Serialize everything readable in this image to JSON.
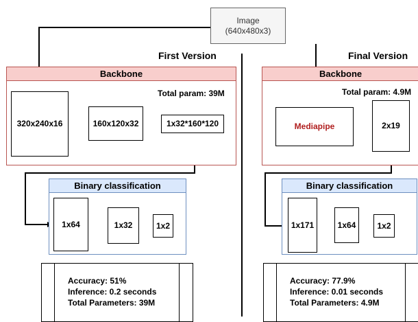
{
  "image_node": {
    "label": "Image\n(640x480x3)"
  },
  "first": {
    "title": "First Version",
    "backbone": {
      "header": "Backbone",
      "total_param": "Total param: 39M",
      "layers": [
        "320x240x16",
        "160x120x32",
        "1x32*160*120"
      ]
    },
    "classifier": {
      "header": "Binary classification",
      "layers": [
        "1x64",
        "1x32",
        "1x2"
      ]
    },
    "results": {
      "accuracy": "Accuracy: 51%",
      "inference": "Inference: 0.2 seconds",
      "params": "Total Parameters: 39M"
    }
  },
  "final": {
    "title": "Final Version",
    "backbone": {
      "header": "Backbone",
      "total_param": "Total param: 4.9M",
      "layers": [
        "Mediapipe",
        "2x19"
      ]
    },
    "classifier": {
      "header": "Binary classification",
      "layers": [
        "1x171",
        "1x64",
        "1x2"
      ]
    },
    "results": {
      "accuracy": "Accuracy: 77.9%",
      "inference": "Inference: 0.01 seconds",
      "params": "Total Parameters: 4.9M"
    }
  },
  "colors": {
    "backbone_header": "#f8cecc",
    "backbone_border": "#b85450",
    "classifier_header": "#dae8fc",
    "classifier_border": "#6c8ebf",
    "mediapipe_text": "#b01e1e"
  }
}
